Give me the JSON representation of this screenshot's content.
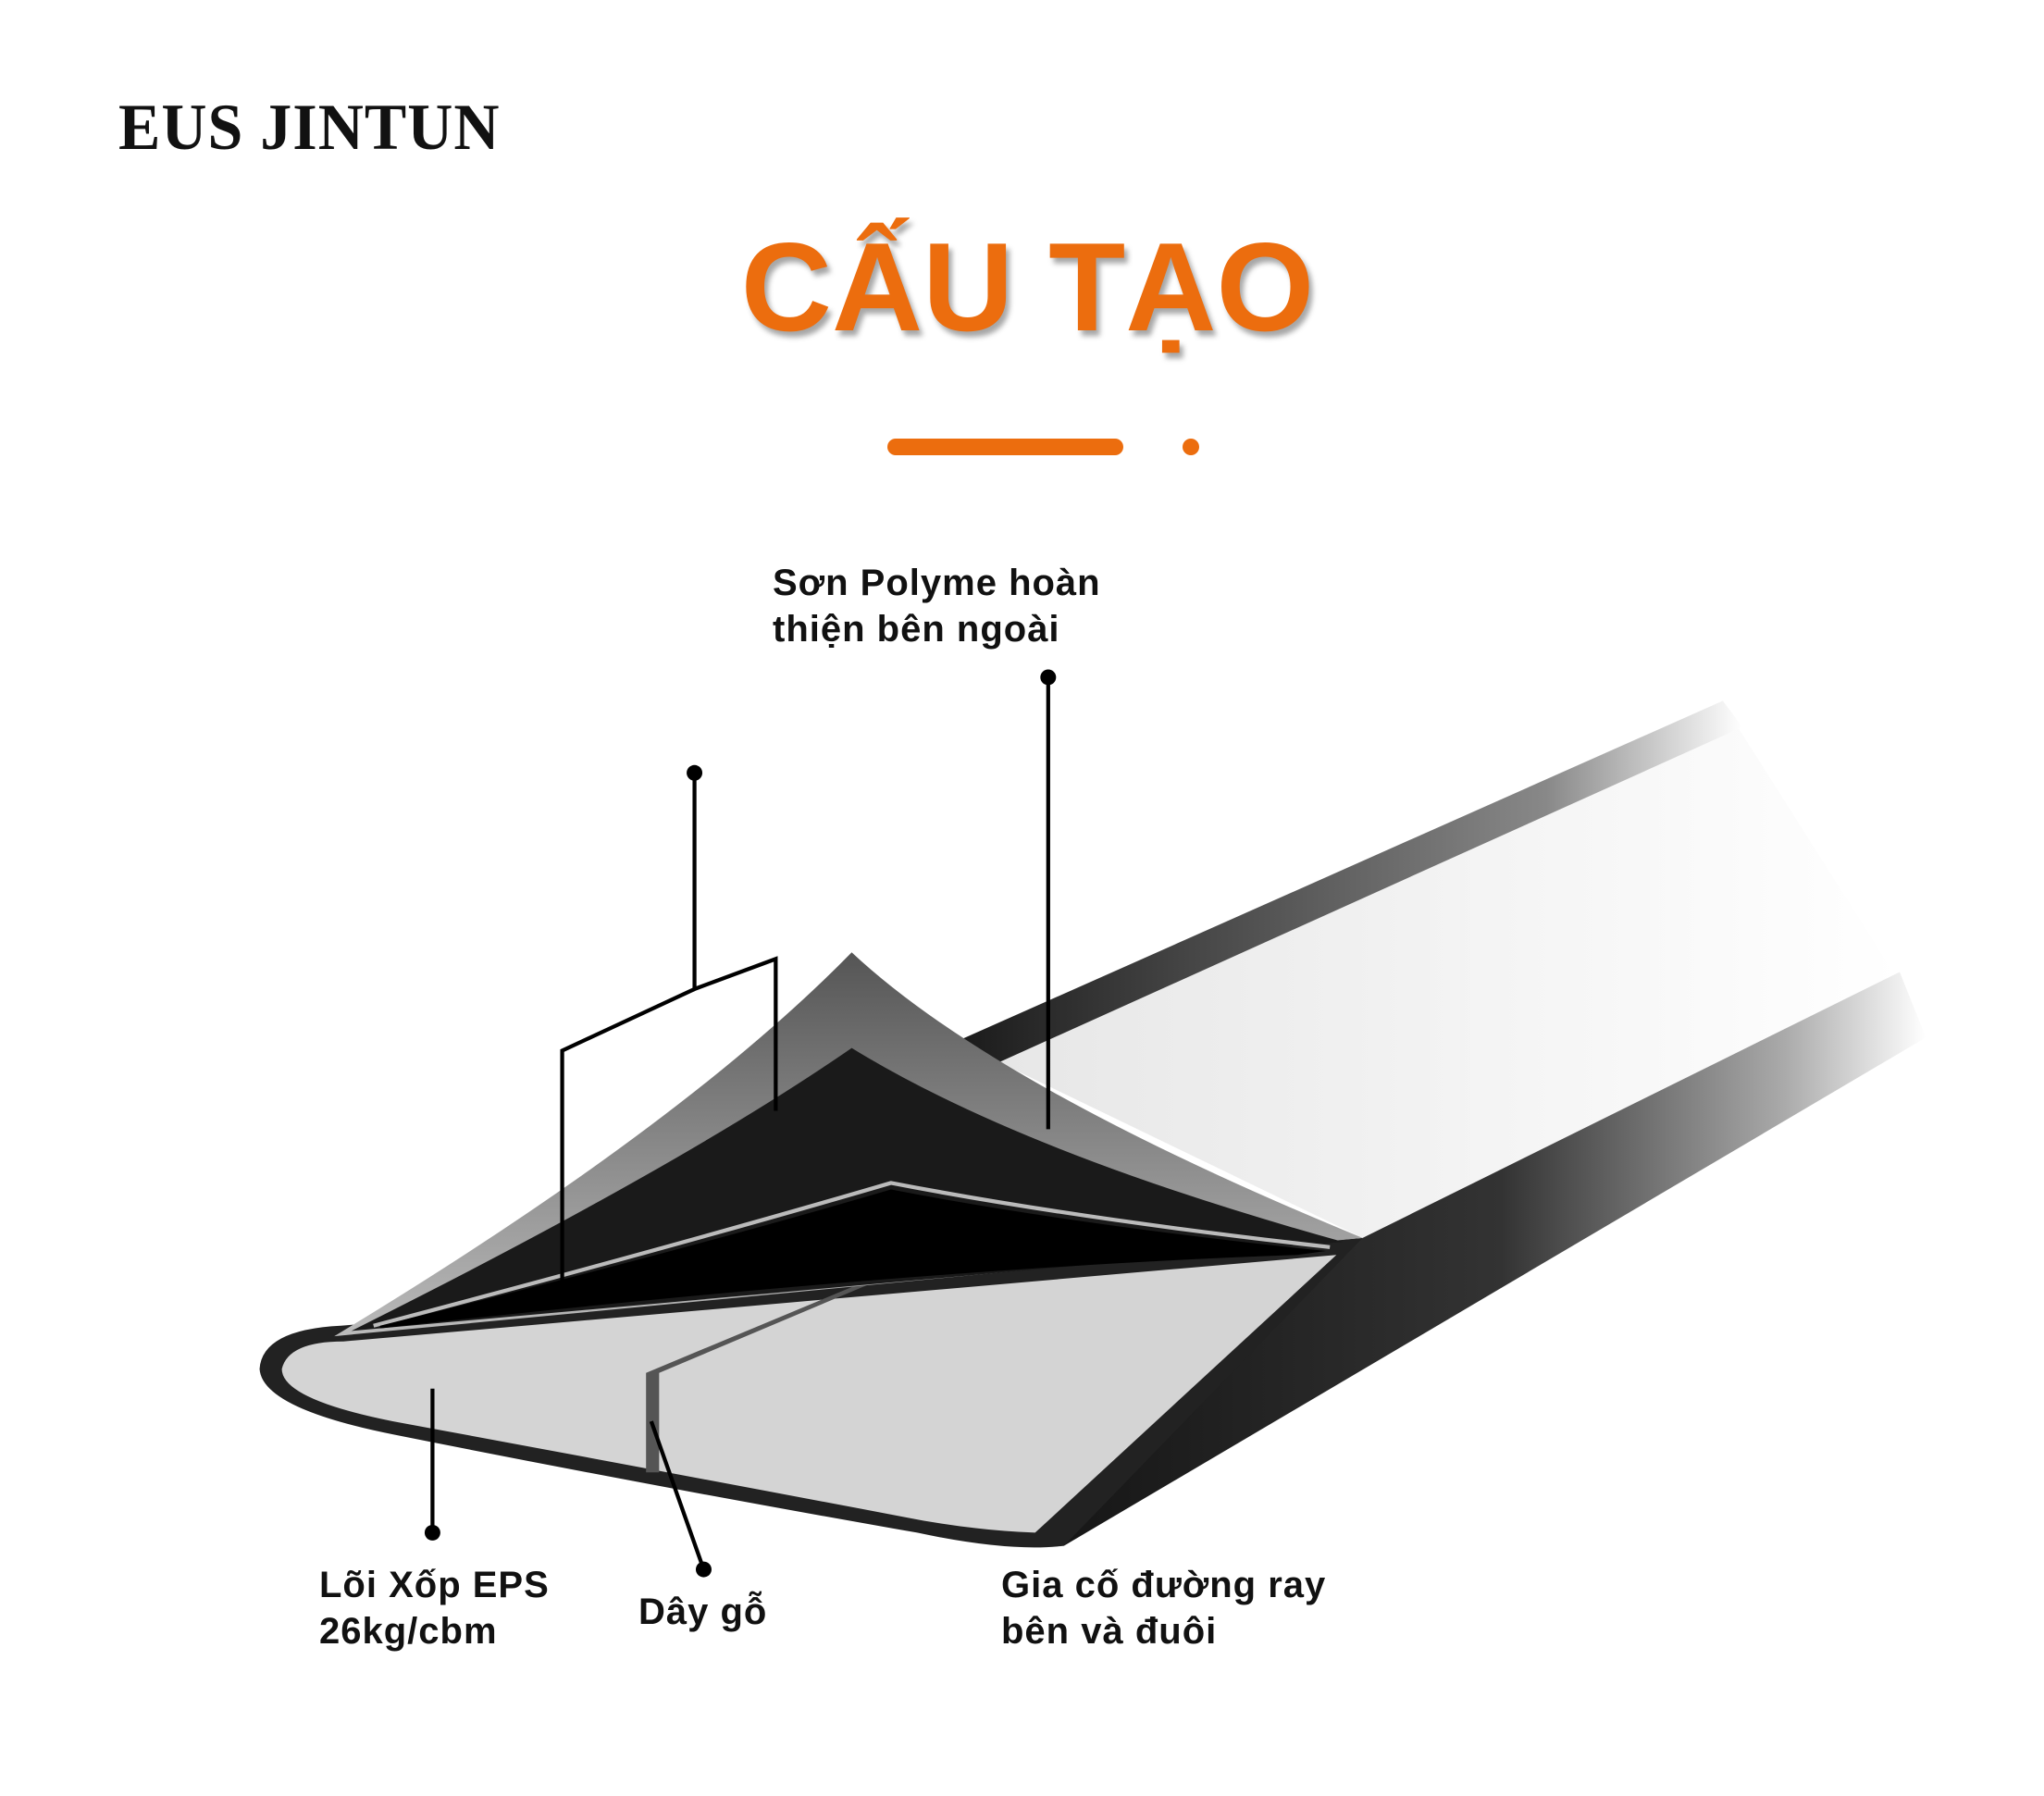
{
  "brand": {
    "logo_text": "EUS JINTUN"
  },
  "heading": {
    "title": "CẤU TẠO"
  },
  "colors": {
    "accent": "#ec6d0e",
    "text": "#111111"
  },
  "labels": {
    "polymer": {
      "line1": "Sơn Polyme hoàn",
      "line2": "thiện bên ngoài"
    },
    "eps_core": {
      "line1": "Lõi Xốp EPS",
      "line2": "26kg/cbm"
    },
    "stringer": {
      "line1": "Dây gỗ"
    },
    "rails": {
      "line1": "Gia cố đường ray",
      "line2": "bên và đuôi"
    }
  }
}
